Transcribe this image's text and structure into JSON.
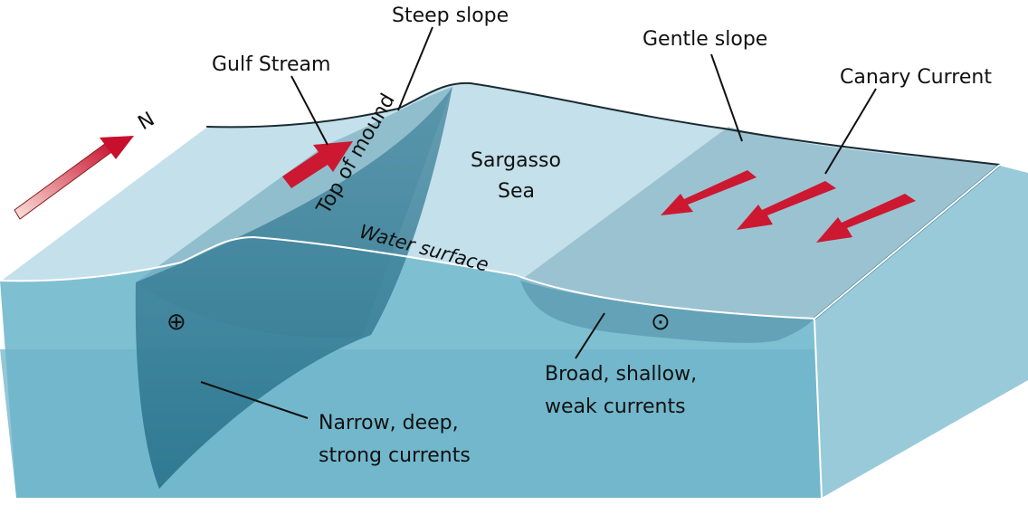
{
  "labels": {
    "steep_slope": "Steep slope",
    "gulf_stream": "Gulf Stream",
    "gentle_slope": "Gentle slope",
    "canary_current": "Canary Current",
    "top_of_mound": "Top of mound",
    "sargasso_line1": "Sargasso",
    "sargasso_line2": "Sea",
    "water_surface": "Water surface",
    "narrow_line1": "Narrow, deep,",
    "narrow_line2": "strong currents",
    "broad_line1": "Broad, shallow,",
    "broad_line2": "weak currents",
    "north": "N"
  },
  "symbols": {
    "into_page": "⊕",
    "out_of_page": "⊙"
  },
  "colors": {
    "ocean_front": "#7fbfd2",
    "ocean_front_deep": "#6fb4c9",
    "ocean_side": "#98cad9",
    "sea_surface": "#c4e0ea",
    "gulf_stream_core": "#2f7c94",
    "canary_shelf": "#8db8c8",
    "current_arrow": "#cc1830",
    "north_arrow": "#e58a7a"
  }
}
